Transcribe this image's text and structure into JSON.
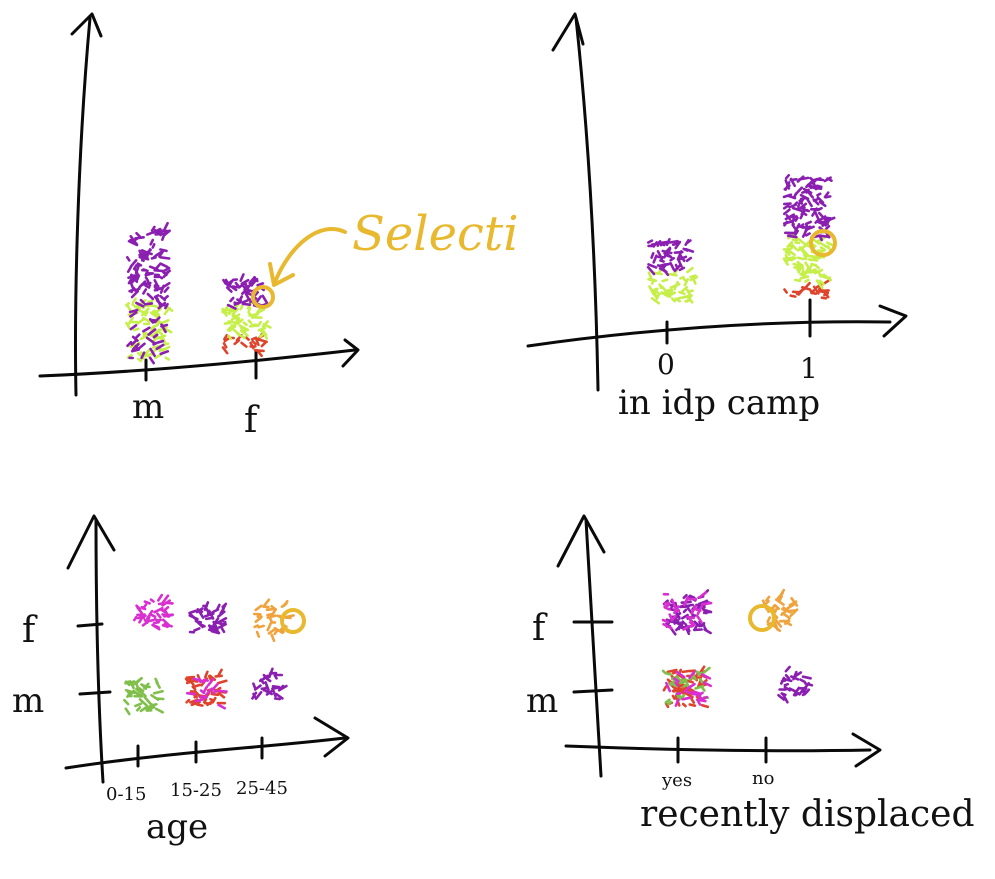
{
  "colors": {
    "ink": "#0a0a0a",
    "purple": "#8a1fb0",
    "lime": "#c6ef4a",
    "red": "#e0432b",
    "magenta": "#d92fd0",
    "orange": "#f0a23c",
    "green": "#7fbf4a",
    "highlight": "#e8b82e"
  },
  "panel_sex": {
    "tick_labels": [
      "m",
      "f"
    ],
    "callout_label": "Selecti"
  },
  "panel_idp": {
    "tick_labels": [
      "0",
      "1"
    ],
    "axis_label": "in idp camp"
  },
  "panel_age": {
    "y_tick_labels": [
      "f",
      "m"
    ],
    "x_tick_labels": [
      "0-15",
      "15-25",
      "25-45"
    ],
    "axis_label": "age"
  },
  "panel_displaced": {
    "y_tick_labels": [
      "f",
      "m"
    ],
    "x_tick_labels": [
      "yes",
      "no"
    ],
    "axis_label": "recently displaced"
  },
  "chart_data": [
    {
      "type": "bar",
      "categories": [
        "m",
        "f"
      ],
      "series_colors_bottom_to_top": [
        "red",
        "lime",
        "purple"
      ],
      "stack_heights": {
        "m": {
          "lime": 60,
          "purple": 70
        },
        "f": {
          "red": 15,
          "lime": 30,
          "purple": 30
        }
      },
      "selected": {
        "category": "f",
        "segment": "purple"
      }
    },
    {
      "type": "bar",
      "categories": [
        "0",
        "1"
      ],
      "stack_heights": {
        "0": {
          "lime": 30,
          "purple": 30
        },
        "1": {
          "red": 15,
          "lime": 45,
          "purple": 60
        }
      },
      "selected": {
        "category": "1",
        "segment": "lime"
      }
    },
    {
      "type": "scatter",
      "x_categories": [
        "0-15",
        "15-25",
        "25-45"
      ],
      "y_categories": [
        "m",
        "f"
      ],
      "clusters": [
        {
          "x": "0-15",
          "y": "f",
          "color": "magenta"
        },
        {
          "x": "15-25",
          "y": "f",
          "color": "purple"
        },
        {
          "x": "25-45",
          "y": "f",
          "color": "orange",
          "selected": true
        },
        {
          "x": "0-15",
          "y": "m",
          "color": "green"
        },
        {
          "x": "15-25",
          "y": "m",
          "color": "red"
        },
        {
          "x": "25-45",
          "y": "m",
          "color": "purple"
        }
      ]
    },
    {
      "type": "scatter",
      "x_categories": [
        "yes",
        "no"
      ],
      "y_categories": [
        "m",
        "f"
      ],
      "clusters": [
        {
          "x": "yes",
          "y": "f",
          "color": "purple"
        },
        {
          "x": "no",
          "y": "f",
          "color": "orange",
          "selected": true
        },
        {
          "x": "yes",
          "y": "m",
          "color": "red"
        },
        {
          "x": "no",
          "y": "m",
          "color": "purple"
        }
      ]
    }
  ]
}
